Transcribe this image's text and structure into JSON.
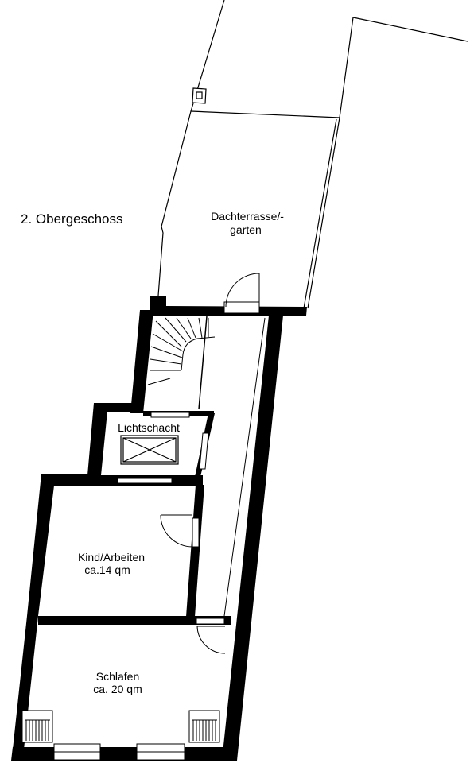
{
  "floor_title": "2. Obergeschoss",
  "rooms": {
    "terrace": {
      "line1": "Dachterrasse/-",
      "line2": "garten"
    },
    "lightwell": {
      "name": "Lichtschacht"
    },
    "kid_work": {
      "name": "Kind/Arbeiten",
      "area": "ca.14 qm"
    },
    "bedroom": {
      "name": "Schlafen",
      "area": "ca. 20 qm"
    }
  },
  "colors": {
    "wall": "#000000",
    "line": "#000000",
    "background": "#ffffff"
  },
  "icons": {
    "door_swing": "door-swing-arc-icon",
    "window": "window-icon",
    "radiator": "radiator-icon",
    "skylight": "skylight-cross-icon",
    "stair": "winder-stair-icon"
  }
}
